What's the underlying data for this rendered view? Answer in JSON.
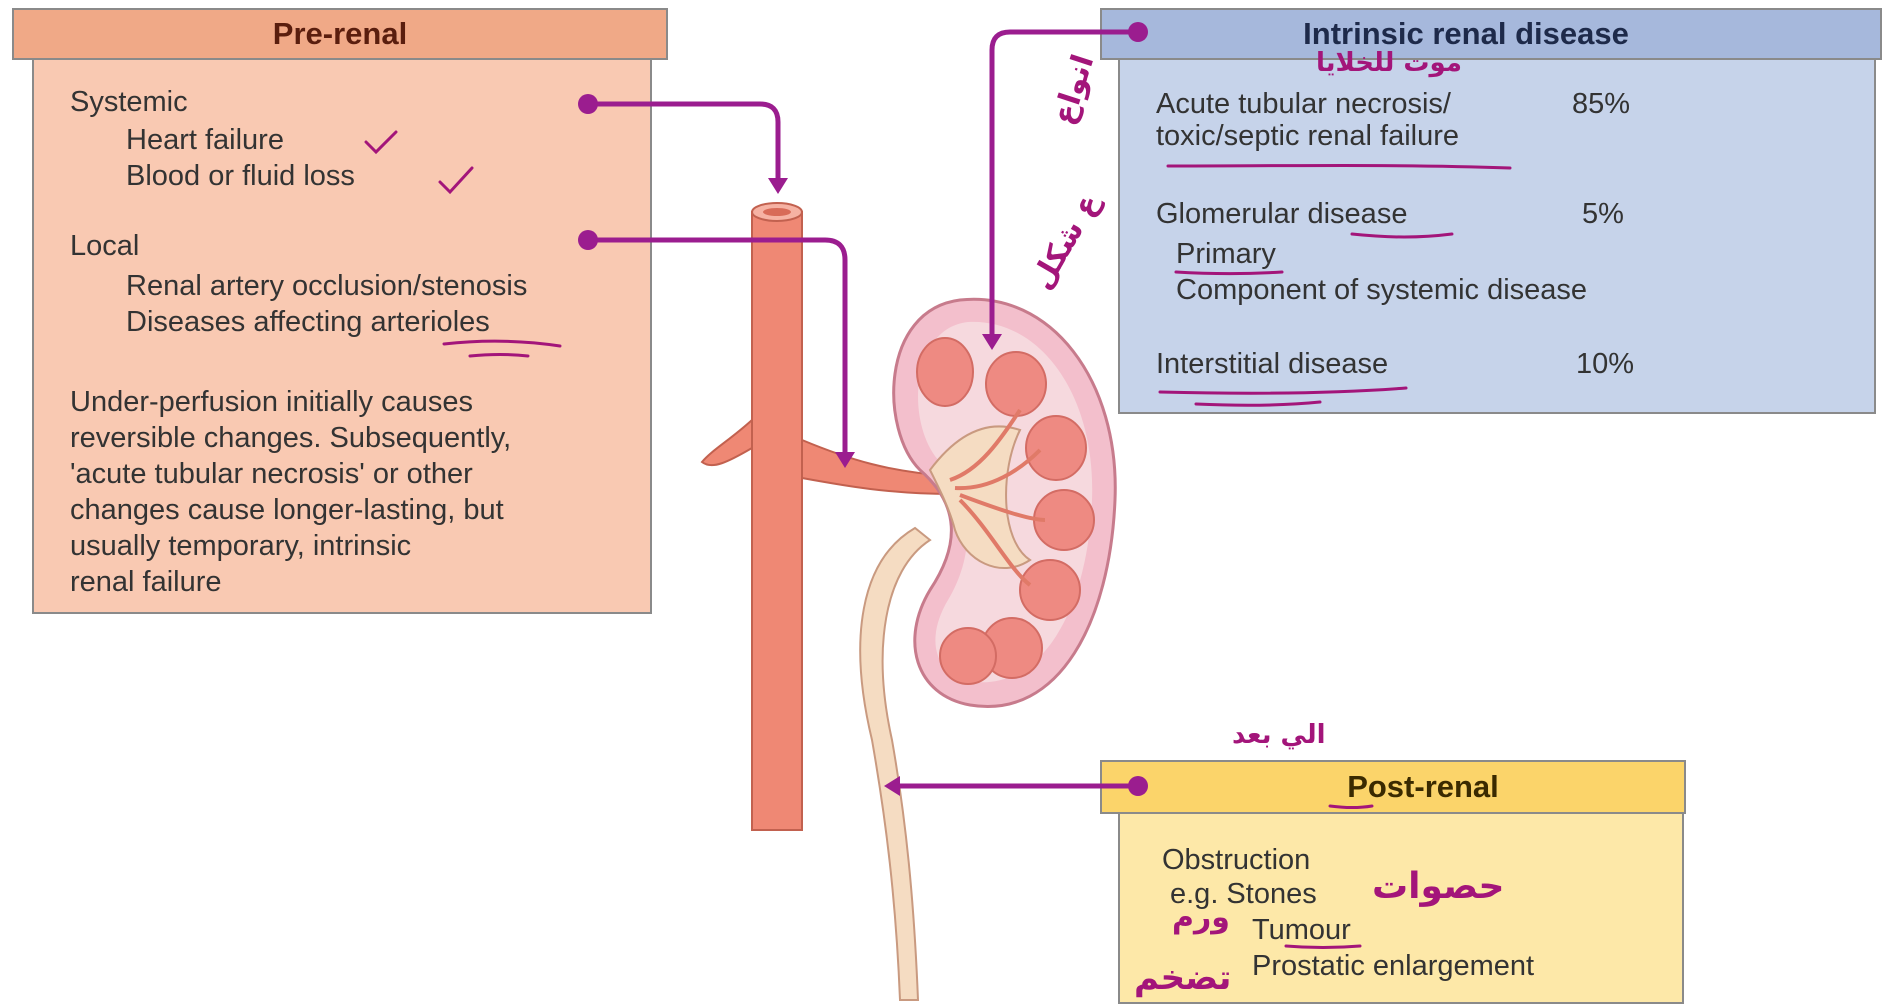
{
  "colors": {
    "prerenal_header": "#f0a987",
    "prerenal_body": "#f9c9b2",
    "intrinsic_header": "#a6b8dc",
    "intrinsic_body": "#c6d3ea",
    "postrenal_header": "#fbd46a",
    "postrenal_body": "#fde8a8",
    "connector": "#9b1d8f",
    "annotation": "#a3157a",
    "aorta": "#ef8874",
    "ureter": "#f5dcc2"
  },
  "prerenal": {
    "title": "Pre-renal",
    "systemic": "Systemic",
    "heart_failure": "Heart failure",
    "blood_loss": "Blood or fluid loss",
    "local": "Local",
    "renal_artery": "Renal artery occlusion/stenosis",
    "arterioles": "Diseases affecting arterioles",
    "paragraph": [
      "Under-perfusion initially causes",
      "reversible changes. Subsequently,",
      "'acute tubular necrosis' or other",
      "changes cause longer-lasting, but",
      "usually temporary, intrinsic",
      "renal failure"
    ]
  },
  "intrinsic": {
    "title": "Intrinsic renal disease",
    "atn_line1": "Acute tubular necrosis/",
    "atn_line2": "toxic/septic renal failure",
    "atn_pct": "85%",
    "glomerular": "Glomerular disease",
    "glomerular_pct": "5%",
    "primary": "Primary",
    "component": "Component of systemic disease",
    "interstitial": "Interstitial disease",
    "interstitial_pct": "10%"
  },
  "postrenal": {
    "title": "Post-renal",
    "obstruction": "Obstruction",
    "stones": "e.g. Stones",
    "tumour": "Tumour",
    "prostatic": "Prostatic enlargement"
  },
  "annotations": {
    "cell_death": "موت للخلايا",
    "types": "انواع",
    "of_shapes": "ع شكل",
    "after": "الي بعد",
    "stones_ar": "حصوات",
    "tumour_ar": "ورم",
    "enlargement_ar": "تضخم"
  }
}
